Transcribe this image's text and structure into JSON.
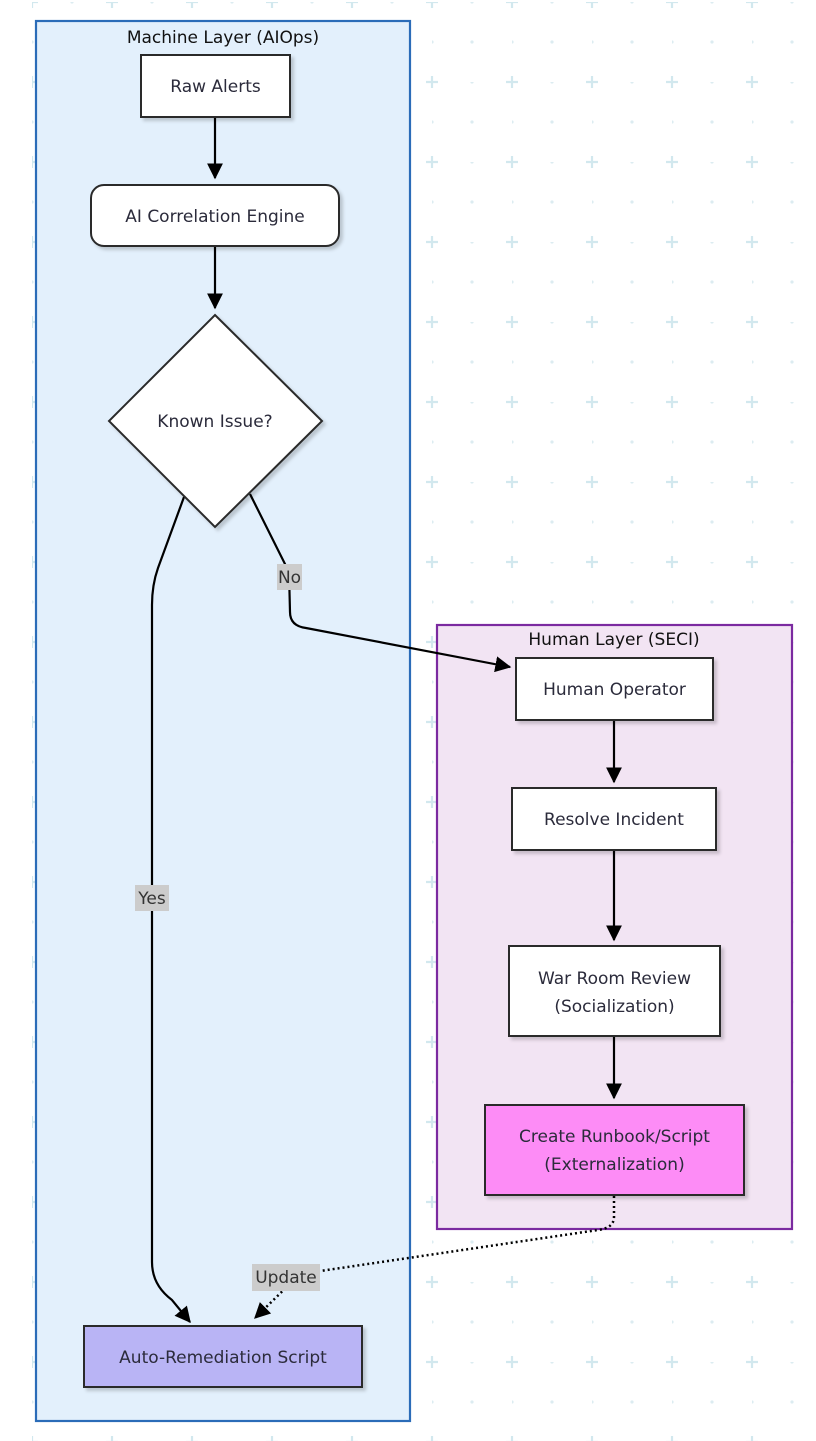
{
  "clusters": {
    "machine": {
      "title": "Machine Layer (AIOps)",
      "fill": "#e3f0fc",
      "stroke": "#2b6cb8"
    },
    "human": {
      "title": "Human Layer (SECI)",
      "fill": "#f2e4f3",
      "stroke": "#7b2aa0"
    }
  },
  "nodes": {
    "raw_alerts": {
      "label": "Raw Alerts"
    },
    "ai_engine": {
      "label": "AI Correlation Engine"
    },
    "known_issue": {
      "label": "Known Issue?"
    },
    "auto_script": {
      "label": "Auto-Remediation Script",
      "fill": "#b9b4f5"
    },
    "human_operator": {
      "label": "Human Operator"
    },
    "resolve": {
      "label": "Resolve Incident"
    },
    "war_room": {
      "line1": "War Room Review",
      "line2": "(Socialization)"
    },
    "runbook": {
      "line1": "Create Runbook/Script",
      "line2": "(Externalization)",
      "fill": "#fd8cf6"
    }
  },
  "edges": {
    "no": "No",
    "yes": "Yes",
    "update": "Update"
  },
  "colors": {
    "node_fill": "#ffffff",
    "node_stroke": "#2a2a2a",
    "edge_label_bg": "#cccccc",
    "grid_plus": "#d2e8ee"
  }
}
